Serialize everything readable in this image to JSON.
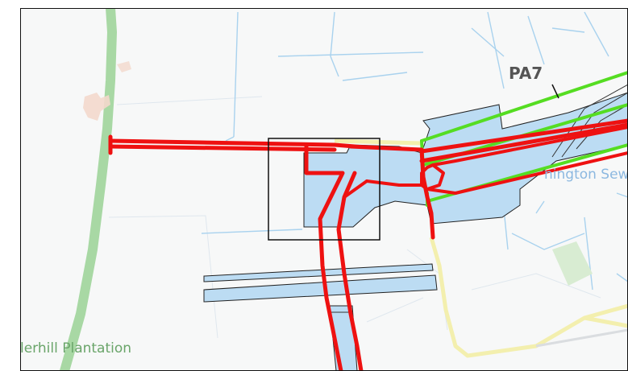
{
  "labels": {
    "plantation": "lerhill Plantation",
    "water_partial": "nington Sew",
    "zone": "PA7"
  },
  "colors": {
    "background": "#f7f8f8",
    "water_fill": "#bcdcf3",
    "water_lines": "#9ccbea",
    "green_lane": "#a8d8a4",
    "pale_road": "#f5f0a8",
    "red_route": "#ee1111",
    "green_route": "#55dd22",
    "frame": "#111111"
  },
  "icons": [
    "building-icon"
  ]
}
